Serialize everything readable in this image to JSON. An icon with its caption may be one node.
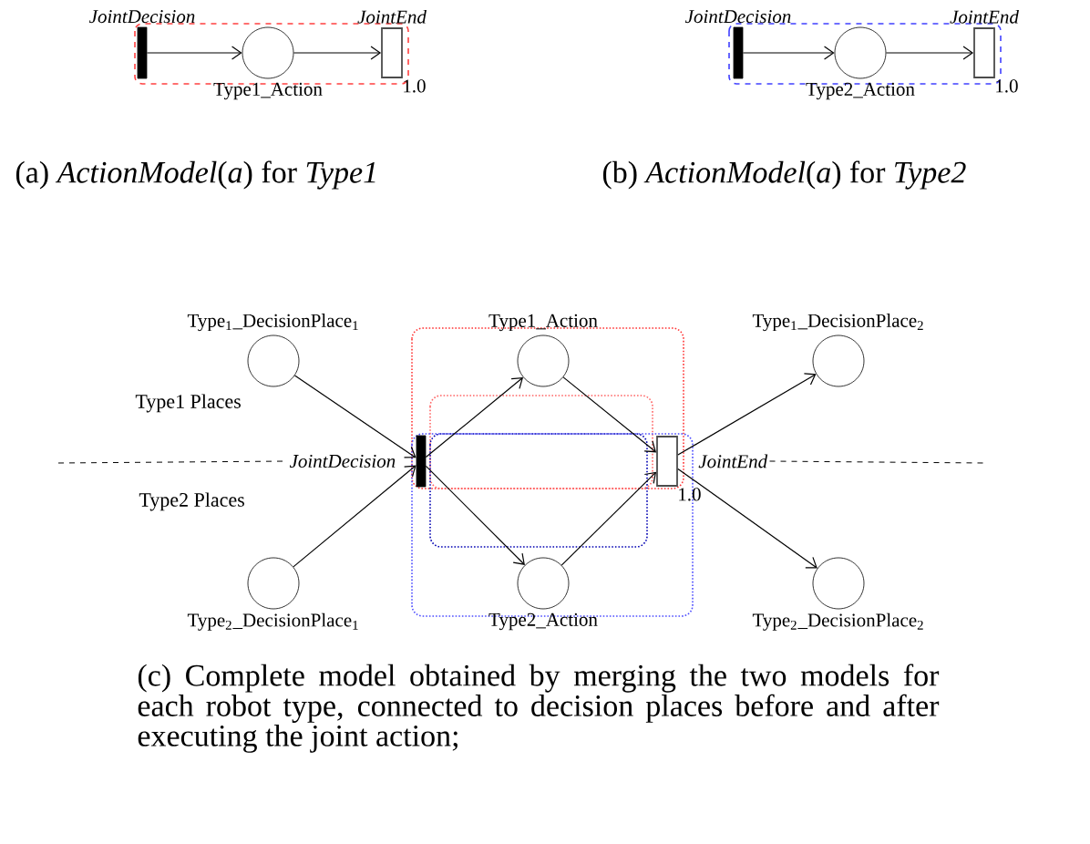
{
  "diagram": {
    "nodes": [
      {
        "text": [
          "JointDecision"
        ]
      },
      {
        "text": [
          "Type1_Action"
        ]
      },
      {
        "text": [
          "JointEnd"
        ],
        "beside": [
          "1.0"
        ]
      },
      {
        "text": [
          "JointDecision"
        ]
      },
      {
        "text": [
          "Type2_Action"
        ]
      },
      {
        "text": [
          "JointEnd"
        ],
        "beside": [
          "1.0"
        ]
      },
      {
        "text": [
          "Type$_{1}$_DecisionPlace$_{1}$"
        ]
      },
      {
        "text": [
          "Type1_Action"
        ]
      },
      {
        "text": [
          "Type$_{1}$_DecisionPlace$_{2}$"
        ]
      },
      {
        "text": [
          "JointDecision"
        ]
      },
      {
        "text": [
          "JointEnd"
        ],
        "beside": [
          "1.0"
        ]
      },
      {
        "text": [
          "Type$_{2}$_DecisionPlace$_{1}$"
        ]
      },
      {
        "text": [
          "Type2_Action"
        ]
      },
      {
        "text": [
          "Type$_{2}$_DecisionPlace$_{2}$"
        ]
      }
    ],
    "edges": [
      {
        "from": 0,
        "to": 1,
        "arrow": "to"
      },
      {
        "from": 1,
        "to": 2,
        "arrow": "to"
      },
      {
        "from": 3,
        "to": 4,
        "arrow": "to"
      },
      {
        "from": 4,
        "to": 5,
        "arrow": "to"
      },
      {
        "from": 6,
        "to": 9,
        "arrow": "to"
      },
      {
        "from": 11,
        "to": 9,
        "arrow": "to"
      },
      {
        "from": 9,
        "to": 7,
        "arrow": "to"
      },
      {
        "from": 9,
        "to": 12,
        "arrow": "to"
      },
      {
        "from": 7,
        "to": 10,
        "arrow": "to"
      },
      {
        "from": 12,
        "to": 10,
        "arrow": "to"
      },
      {
        "from": 10,
        "to": 8,
        "arrow": "to"
      },
      {
        "from": 10,
        "to": 13,
        "arrow": "to"
      }
    ],
    "labels": [
      "(a) *ActionModel*(*a*) for *Type1*",
      "(b) *ActionModel*(*a*) for *Type2*",
      "Type1 Places",
      "Type2 Places",
      "(c) Complete model obtained by merging the two models for each robot type, connected to decision places before and after executing the joint action;"
    ]
  }
}
